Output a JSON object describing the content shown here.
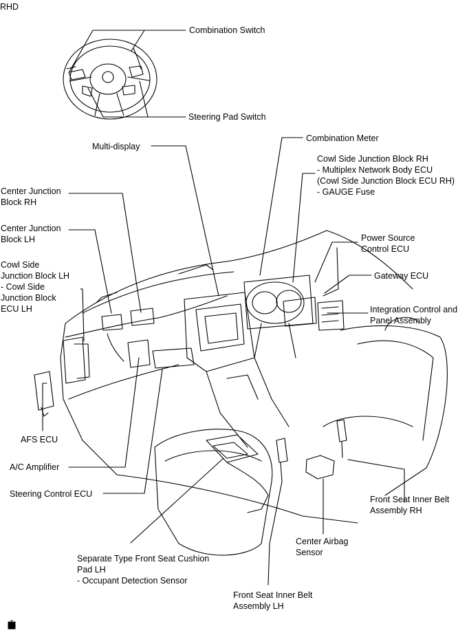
{
  "header": {
    "variant": "RHD"
  },
  "labels": {
    "combination_switch": "Combination Switch",
    "steering_pad_switch": "Steering Pad Switch",
    "combination_meter": "Combination Meter",
    "multi_display": "Multi-display",
    "cowl_side_jb_rh": "Cowl Side Junction Block RH\n- Multiplex Network Body ECU\n(Cowl Side Junction Block ECU RH)\n- GAUGE Fuse",
    "center_jb_rh": "Center Junction\nBlock RH",
    "center_jb_lh": "Center Junction\nBlock LH",
    "power_source_ecu": "Power Source\nControl ECU",
    "cowl_side_jb_lh": "Cowl Side\nJunction Block LH\n- Cowl Side\nJunction Block\nECU LH",
    "gateway_ecu": "Gateway ECU",
    "integration_panel": "Integration Control and\nPanel Assembly",
    "afs_ecu": "AFS ECU",
    "ac_amplifier": "A/C Amplifier",
    "steering_control_ecu": "Steering Control ECU",
    "front_belt_rh": "Front Seat Inner Belt\nAssembly RH",
    "center_airbag": "Center Airbag\nSensor",
    "seat_cushion_pad": "Separate Type Front Seat Cushion\nPad LH\n- Occupant Detection Sensor",
    "front_belt_lh": "Front Seat Inner Belt\nAssembly LH"
  },
  "footer": {
    "icon": "camera-icon"
  }
}
